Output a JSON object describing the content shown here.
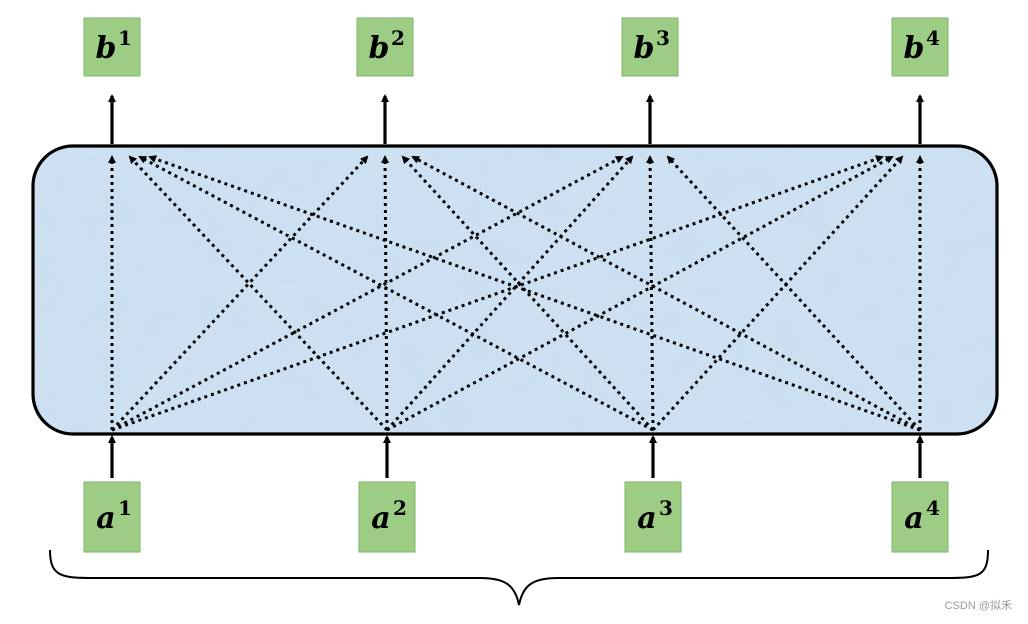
{
  "diagram": {
    "outputs": [
      {
        "letter": "b",
        "sup": "1"
      },
      {
        "letter": "b",
        "sup": "2"
      },
      {
        "letter": "b",
        "sup": "3"
      },
      {
        "letter": "b",
        "sup": "4"
      }
    ],
    "inputs": [
      {
        "letter": "a",
        "sup": "1"
      },
      {
        "letter": "a",
        "sup": "2"
      },
      {
        "letter": "a",
        "sup": "3"
      },
      {
        "letter": "a",
        "sup": "4"
      }
    ],
    "colors": {
      "node_fill": "#9dcc85",
      "panel_fill": "#cfe2f3",
      "outline": "#000000"
    }
  },
  "watermark": "CSDN @拟禾"
}
